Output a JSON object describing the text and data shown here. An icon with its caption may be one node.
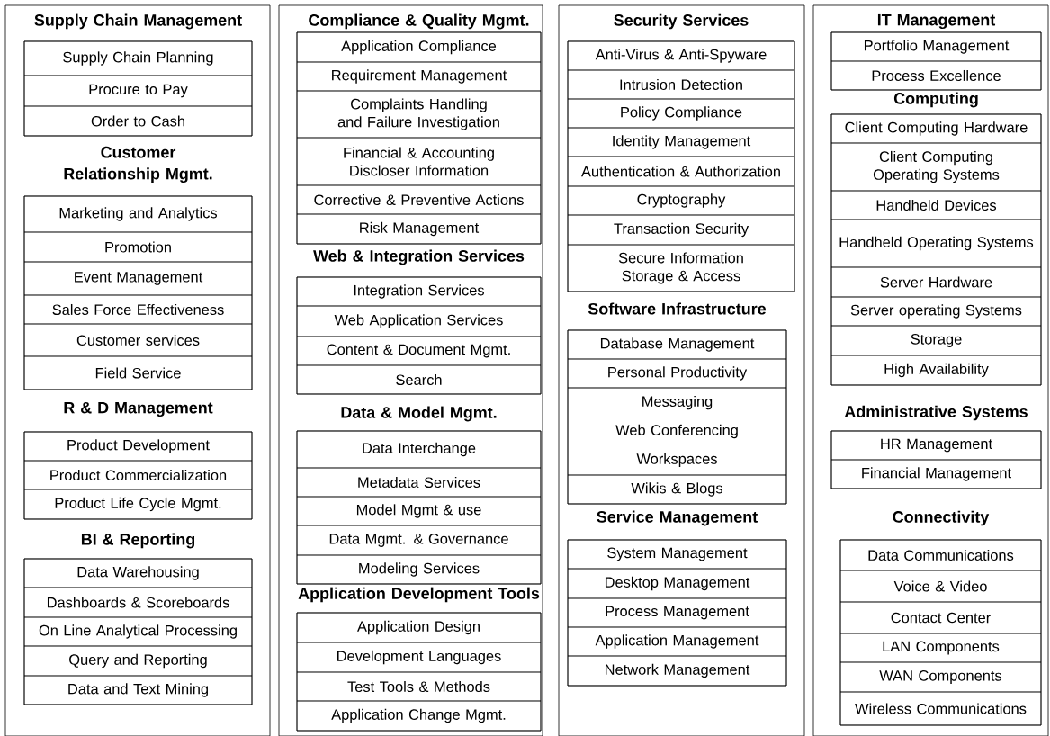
{
  "diagram": {
    "nodes": [
      {
        "text": [],
        "shape": "box"
      },
      {
        "text": [
          "Supply Chain Management"
        ],
        "in": 0
      },
      {
        "text": [
          "Supply Chain Planning"
        ],
        "in": 1
      },
      {
        "text": [
          "Procure to Pay"
        ],
        "in": 1
      },
      {
        "text": [
          "Order  to Cash"
        ],
        "in": 1
      },
      {
        "text": [
          "Customer Relationship Mgmt."
        ],
        "in": 0
      },
      {
        "text": [
          "Marketing and Analytics"
        ],
        "in": 5
      },
      {
        "text": [
          "Promotion"
        ],
        "in": 5
      },
      {
        "text": [
          "Event Management"
        ],
        "in": 5
      },
      {
        "text": [
          "Sales Force Effectiveness"
        ],
        "in": 5
      },
      {
        "text": [
          "Customer services"
        ],
        "in": 5
      },
      {
        "text": [
          "Field Service"
        ],
        "in": 5
      },
      {
        "text": [
          "R & D Management"
        ],
        "in": 0
      },
      {
        "text": [
          "Product Development"
        ],
        "in": 12
      },
      {
        "text": [
          "Product Commercialization"
        ],
        "in": 12
      },
      {
        "text": [
          "Product Life Cycle Mgmt."
        ],
        "in": 12
      },
      {
        "text": [
          "BI & Reporting"
        ],
        "in": 0
      },
      {
        "text": [
          "Data Warehousing"
        ],
        "in": 16
      },
      {
        "text": [
          "Dashboards & Scoreboards"
        ],
        "in": 16
      },
      {
        "text": [
          "On Line Analytical Processing"
        ],
        "in": 16
      },
      {
        "text": [
          "Query and Reporting"
        ],
        "in": 16
      },
      {
        "text": [
          "Data and Text Mining"
        ],
        "in": 16
      },
      {
        "text": [],
        "shape": "box"
      },
      {
        "text": [
          "Compliance & Quality Mgmt."
        ],
        "in": 22
      },
      {
        "text": [
          "Application Compliance"
        ],
        "in": 23
      },
      {
        "text": [
          "Requirement Management"
        ],
        "in": 23
      },
      {
        "text": [
          "Complaints Handling and Failure Investigation"
        ],
        "in": 23
      },
      {
        "text": [
          "Financial & Accounting Discloser Information"
        ],
        "in": 23
      },
      {
        "text": [
          "Corrective & Preventive Actions"
        ],
        "in": 23
      },
      {
        "text": [
          "Risk Management"
        ],
        "in": 23
      },
      {
        "text": [
          "Web & Integration Services"
        ],
        "in": 22
      },
      {
        "text": [
          "Integration Services"
        ],
        "in": 30
      },
      {
        "text": [
          "Web Application Services"
        ],
        "in": 30
      },
      {
        "text": [
          "Content & Document Mgmt."
        ],
        "in": 30
      },
      {
        "text": [
          "Search"
        ],
        "in": 30
      },
      {
        "text": [
          "Data & Model Mgmt."
        ],
        "in": 22
      },
      {
        "text": [
          "Data Interchange"
        ],
        "in": 35
      },
      {
        "text": [
          "Metadata Services"
        ],
        "in": 35
      },
      {
        "text": [
          "Model Mgmt & use"
        ],
        "in": 35
      },
      {
        "text": [
          "Data Mgmt. & Governance"
        ],
        "in": 35
      },
      {
        "text": [
          "Modeling Services"
        ],
        "in": 35
      },
      {
        "text": [
          "Application Development Tools"
        ],
        "in": 22
      },
      {
        "text": [
          "Application Design"
        ],
        "in": 41
      },
      {
        "text": [
          "Development Languages"
        ],
        "in": 41
      },
      {
        "text": [
          "Test Tools & Methods"
        ],
        "in": 41
      },
      {
        "text": [
          "Application Change Mgmt."
        ],
        "in": 41
      },
      {
        "text": [],
        "shape": "box"
      },
      {
        "text": [
          "Security Services"
        ],
        "in": 46
      },
      {
        "text": [
          "Anti-Virus & Anti-Spyware"
        ],
        "in": 47
      },
      {
        "text": [
          "Intrusion Detection"
        ],
        "in": 47
      },
      {
        "text": [
          "Policy Compliance"
        ],
        "in": 47
      },
      {
        "text": [
          "Identity Management"
        ],
        "in": 47
      },
      {
        "text": [
          "Authentication & Authorization"
        ],
        "in": 47
      },
      {
        "text": [
          "Cryptography"
        ],
        "in": 47
      },
      {
        "text": [
          "Transaction Security"
        ],
        "in": 47
      },
      {
        "text": [
          "Secure Information Storage & Access"
        ],
        "in": 47
      },
      {
        "text": [
          "Software Infrastructure"
        ],
        "in": 46
      },
      {
        "text": [
          "Database Management"
        ],
        "in": 56
      },
      {
        "text": [
          "Personal Productivity"
        ],
        "in": 56
      },
      {
        "text": [
          "Messaging",
          "Web Conferencing",
          "Workspaces"
        ],
        "in": 56
      },
      {
        "text": [
          "Wikis & Blogs"
        ],
        "in": 56
      },
      {
        "text": [
          "Service Management"
        ],
        "in": 46
      },
      {
        "text": [
          "System Management"
        ],
        "in": 61
      },
      {
        "text": [
          "Desktop Management"
        ],
        "in": 61
      },
      {
        "text": [
          "Process Management"
        ],
        "in": 61
      },
      {
        "text": [
          "Application Management"
        ],
        "in": 61
      },
      {
        "text": [
          "Network Management"
        ],
        "in": 61
      },
      {
        "text": [],
        "shape": "box"
      },
      {
        "text": [
          "IT Management"
        ],
        "in": 67
      },
      {
        "text": [
          "Portfolio Management"
        ],
        "in": 68
      },
      {
        "text": [
          "Process Excellence"
        ],
        "in": 68
      },
      {
        "text": [
          "Computing"
        ],
        "in": 67
      },
      {
        "text": [
          "Client Computing Hardware"
        ],
        "in": 71
      },
      {
        "text": [
          "Client Computing Operating Systems"
        ],
        "in": 71
      },
      {
        "text": [
          "Handheld Devices"
        ],
        "in": 71
      },
      {
        "text": [
          "Handheld Operating Systems"
        ],
        "in": 71
      },
      {
        "text": [
          "Server Hardware"
        ],
        "in": 71
      },
      {
        "text": [
          "Server operating Systems"
        ],
        "in": 71
      },
      {
        "text": [
          "Storage"
        ],
        "in": 71
      },
      {
        "text": [
          "High Availability"
        ],
        "in": 71
      },
      {
        "text": [
          "Administrative Systems"
        ],
        "in": 67
      },
      {
        "text": [
          "HR Management"
        ],
        "in": 80
      },
      {
        "text": [
          "Financial Management"
        ],
        "in": 80
      },
      {
        "text": [
          "Connectivity"
        ],
        "in": 67
      },
      {
        "text": [
          "Data Communications"
        ],
        "in": 83
      },
      {
        "text": [
          "Voice & Video"
        ],
        "in": 83
      },
      {
        "text": [
          "Contact Center"
        ],
        "in": 83
      },
      {
        "text": [
          "LAN Components"
        ],
        "in": 83
      },
      {
        "text": [
          "WAN Components"
        ],
        "in": 83
      },
      {
        "text": [
          "Wireless Communications"
        ],
        "in": 83
      }
    ]
  }
}
